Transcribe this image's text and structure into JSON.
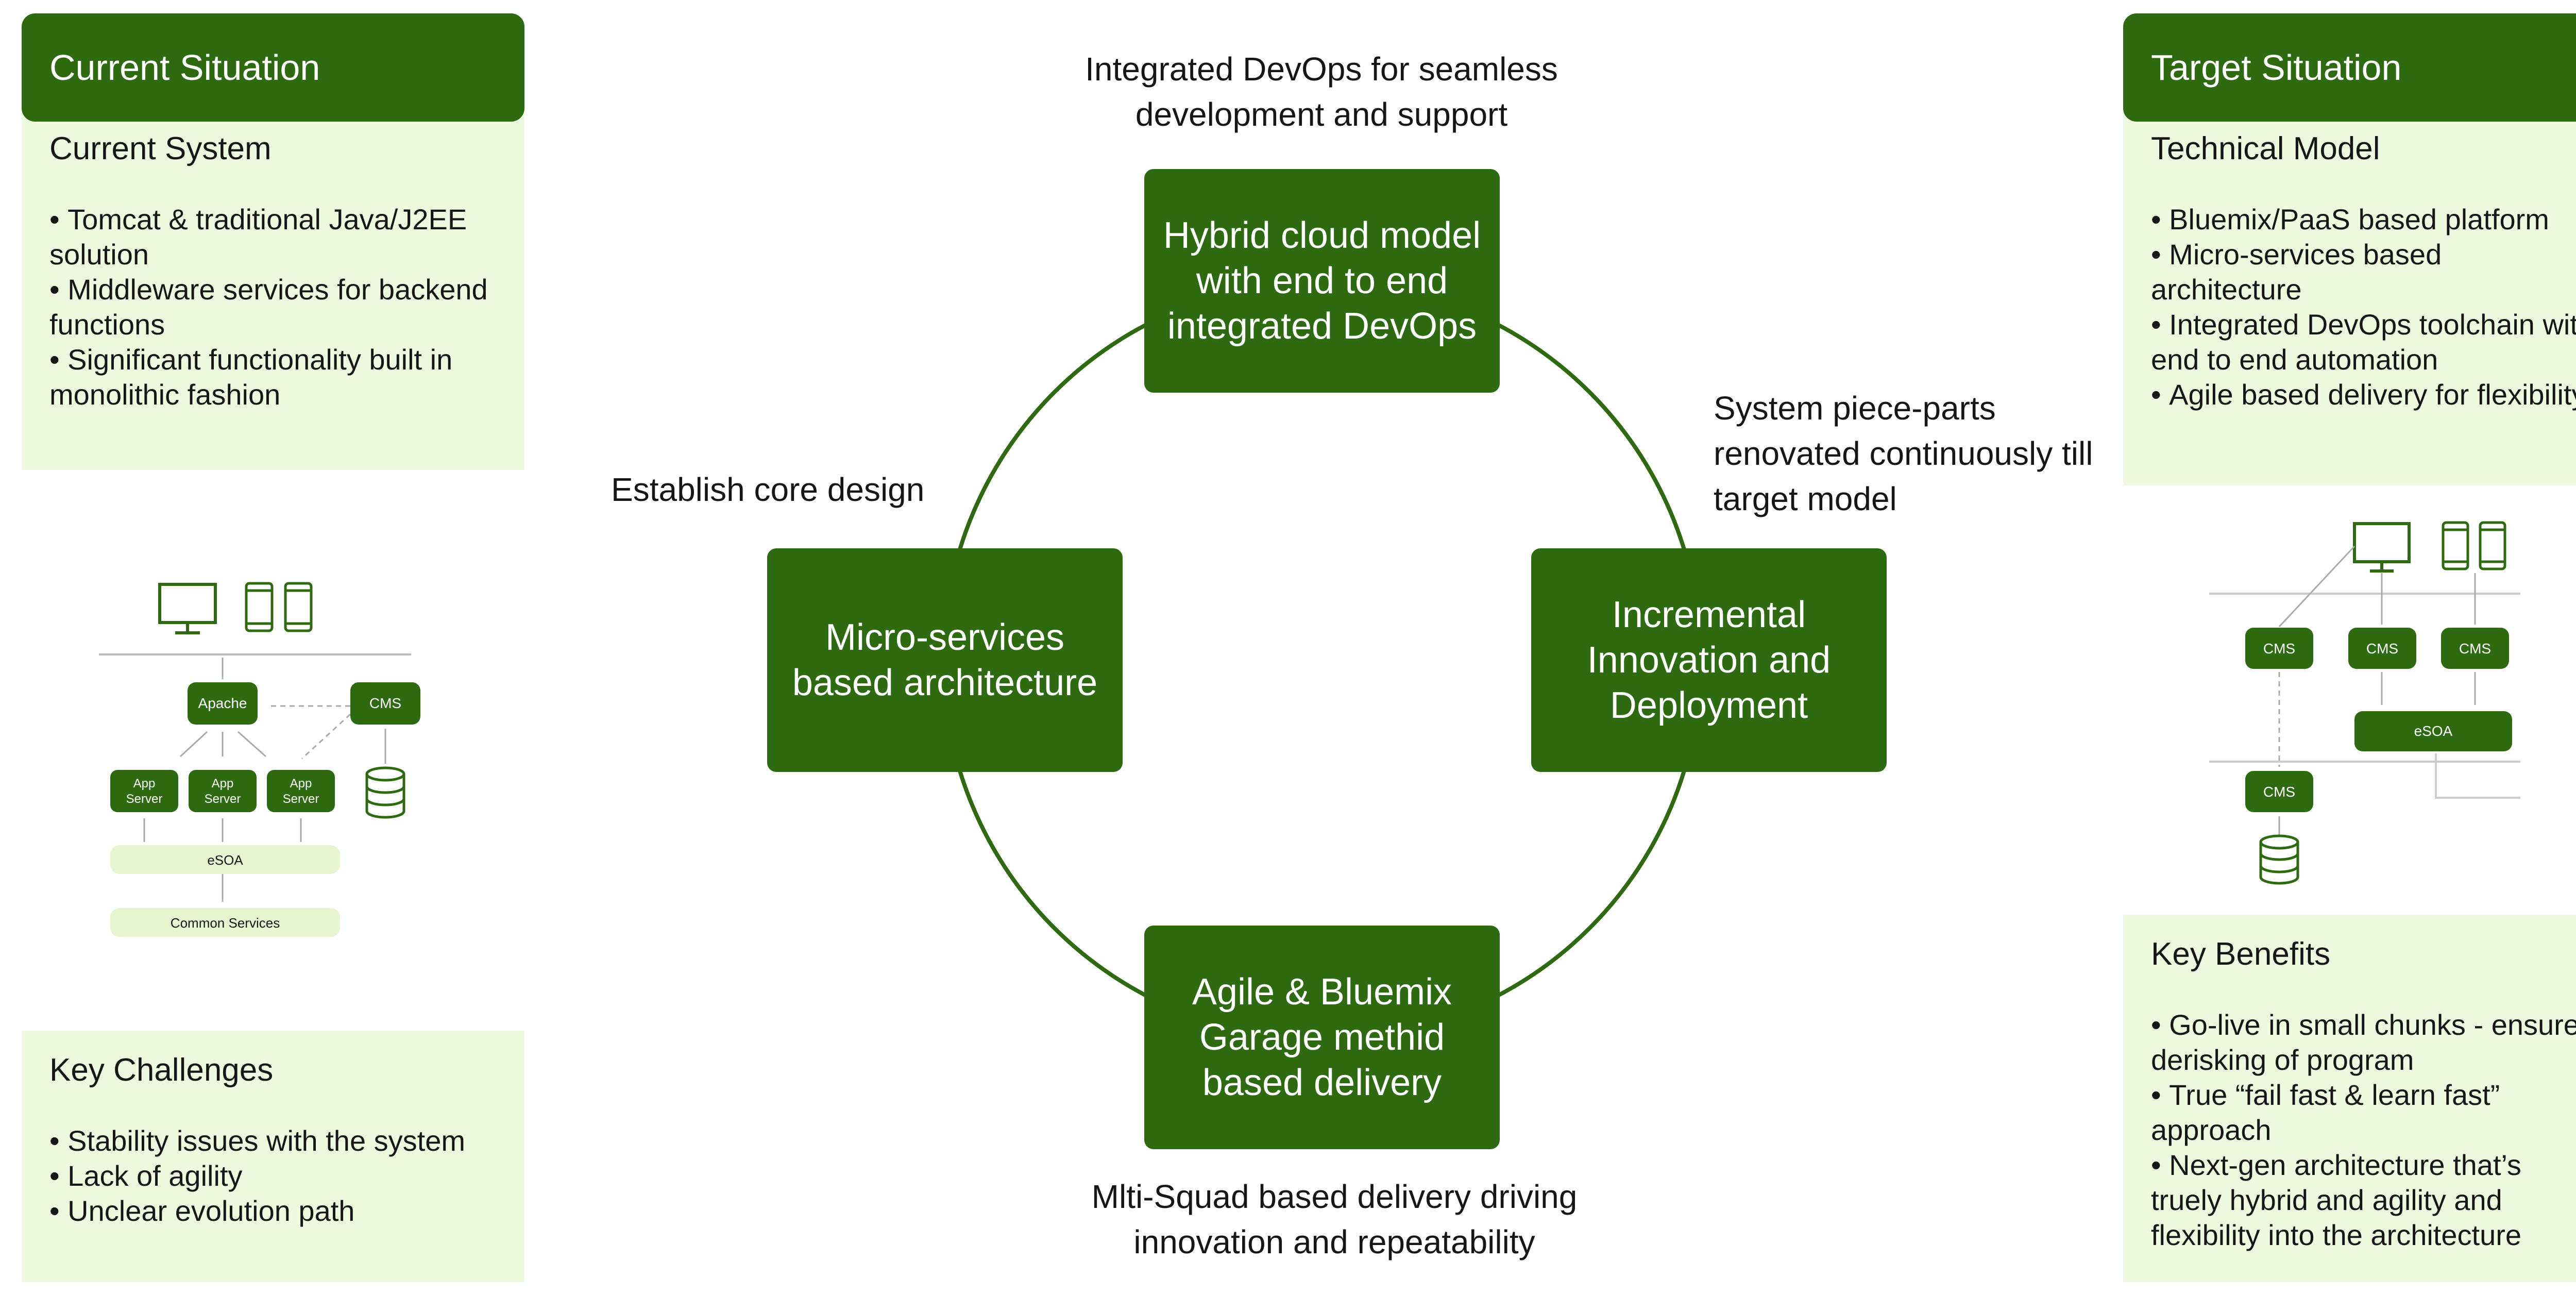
{
  "left": {
    "header": "Current Situation",
    "current_system": {
      "title": "Current System",
      "bullets": [
        "Tomcat & traditional Java/J2EE solution",
        "Middleware services for backend functions",
        "Significant functionality built in monolithic fashion"
      ]
    },
    "diagram": {
      "apache": "Apache",
      "cms": "CMS",
      "app_server": "App Server",
      "esoa": "eSOA",
      "common_services": "Common Services"
    },
    "challenges": {
      "title": "Key Challenges",
      "bullets": [
        "Stability issues with the system",
        "Lack of agility",
        "Unclear evolution path"
      ]
    }
  },
  "cycle": {
    "top_node": "Hybrid cloud model with end to end integrated DevOps",
    "left_node": "Micro-services based architecture",
    "right_node": "Incremental Innovation and Deployment",
    "bottom_node": "Agile & Bluemix Garage methid based delivery",
    "top_caption": "Integrated DevOps for seamless development and support",
    "left_caption": "Establish core design",
    "right_caption": "System piece-parts renovated continuously till target model",
    "bottom_caption": "Mlti-Squad based delivery driving innovation and repeatability"
  },
  "right": {
    "header": "Target Situation",
    "technical_model": {
      "title": "Technical Model",
      "bullets": [
        "Bluemix/PaaS based platform",
        "Micro-services based architecture",
        "Integrated DevOps toolchain with end to end automation",
        "Agile based delivery for flexibility"
      ]
    },
    "diagram": {
      "cms": "CMS",
      "esoa": "eSOA"
    },
    "benefits": {
      "title": "Key Benefits",
      "bullets": [
        "Go-live in small chunks - ensure derisking of program",
        "True “fail fast & learn fast” approach",
        "Next-gen architecture that’s truely hybrid and agility and flexibility into the architecture"
      ]
    }
  },
  "colors": {
    "brand_green": "#2d6a10",
    "panel_fill": "#eff9df"
  },
  "icons": [
    "monitor-icon",
    "mobile-phone-icon",
    "database-icon"
  ]
}
